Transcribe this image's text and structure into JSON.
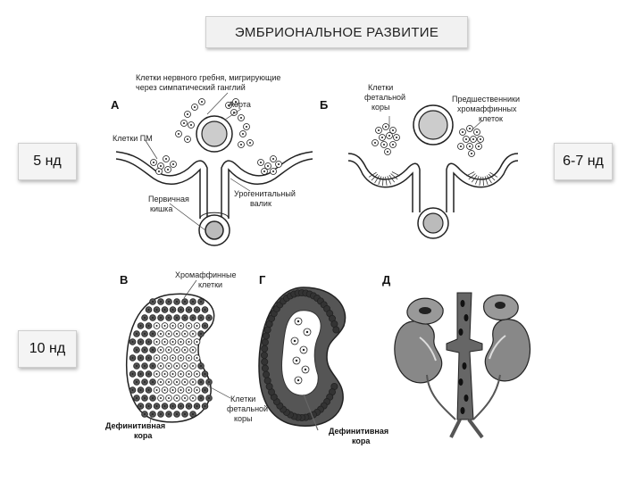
{
  "title": "ЭМБРИОНАЛЬНОЕ РАЗВИТИЕ",
  "stages": {
    "week5": "5 нд",
    "week67": "6-7 нд",
    "week10": "10 нд"
  },
  "panels": {
    "a": "А",
    "b": "Б",
    "v": "В",
    "g": "Г",
    "d": "Д"
  },
  "labels": {
    "neural_crest_1": "Клетки нервного гребня, мигрирующие",
    "neural_crest_2": "через симпатический ганглий",
    "aorta": "Аорта",
    "pm_cells": "Клетки ПМ",
    "primary_gut_1": "Первичная",
    "primary_gut_2": "кишка",
    "urogenital_1": "Урогенитальный",
    "urogenital_2": "валик",
    "fetal_cortex_1": "Клетки",
    "fetal_cortex_2": "фетальной",
    "fetal_cortex_3": "коры",
    "chromaffin_prec_1": "Предшественники",
    "chromaffin_prec_2": "хромаффинных",
    "chromaffin_prec_3": "клеток",
    "chromaffin_1": "Хромаффинные",
    "chromaffin_2": "клетки",
    "fetal_cells_1": "Клетки",
    "fetal_cells_2": "фетальной",
    "fetal_cells_3": "коры",
    "definitive_v_1": "Дефинитивная",
    "definitive_v_2": "кора",
    "definitive_g_1": "Дефинитивная",
    "definitive_g_2": "кора"
  }
}
